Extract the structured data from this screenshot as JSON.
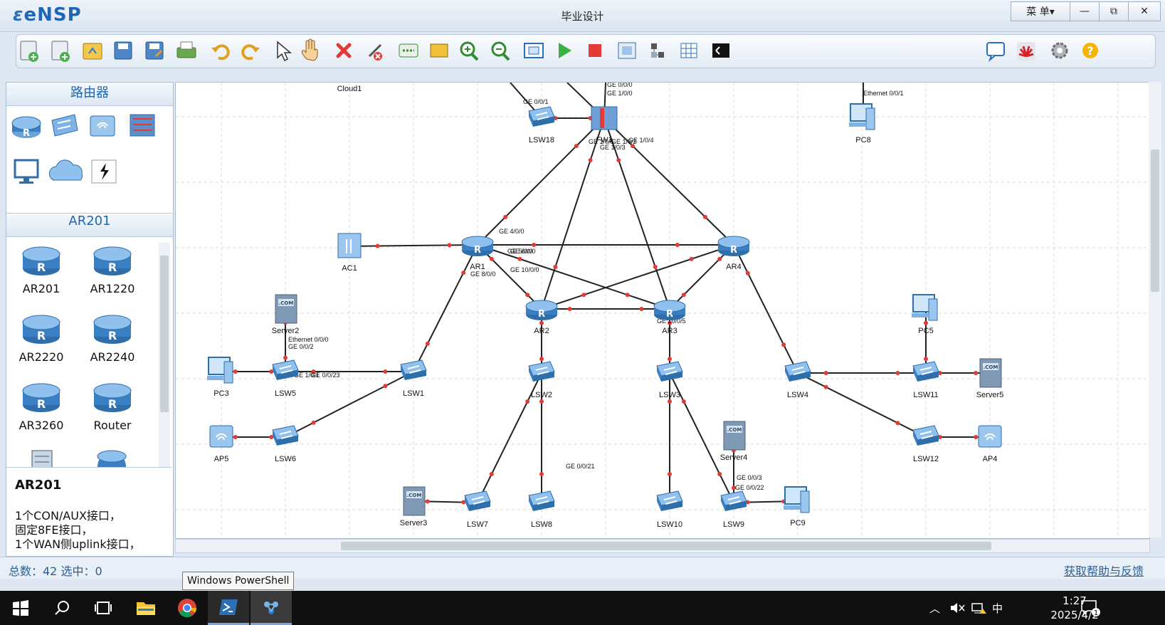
{
  "app": {
    "name": "eNSP",
    "window_title": "毕业设计",
    "menu_label": "菜 单▾"
  },
  "window_controls": {
    "minimize": "—",
    "maximize": "⧉",
    "close": "✕"
  },
  "toolbar_icons": [
    "new-topology-icon",
    "new-device-icon",
    "open-icon",
    "save-icon",
    "save-as-icon",
    "print-icon",
    "undo-icon",
    "redo-icon",
    "select-icon",
    "pan-hand-icon",
    "delete-icon",
    "delete-link-icon",
    "text-icon",
    "rectangle-icon",
    "zoom-in-icon",
    "zoom-out-icon",
    "fit-icon",
    "start-device-icon",
    "stop-device-icon",
    "capture-icon",
    "topology-icon",
    "grid-icon",
    "terminal-icon",
    "chat-icon",
    "huawei-icon",
    "settings-icon",
    "help-icon"
  ],
  "left_panel": {
    "category_title": "路由器",
    "device_section_title": "AR201",
    "devices": [
      {
        "label": "AR201"
      },
      {
        "label": "AR1220"
      },
      {
        "label": "AR2220"
      },
      {
        "label": "AR2240"
      },
      {
        "label": "AR3260"
      },
      {
        "label": "Router"
      }
    ],
    "description": {
      "title": "AR201",
      "lines": [
        "1个CON/AUX接口，",
        "固定8FE接口，",
        "1个WAN侧uplink接口，"
      ]
    }
  },
  "topology": {
    "nodes": [
      {
        "id": "Cloud1",
        "label": "Cloud1",
        "kind": "label-only"
      },
      {
        "id": "LSW18",
        "label": "LSW18",
        "kind": "switch"
      },
      {
        "id": "FW",
        "label": "FW1",
        "kind": "firewall"
      },
      {
        "id": "PC8",
        "label": "PC8",
        "kind": "pc"
      },
      {
        "id": "AC1",
        "label": "AC1",
        "kind": "ac"
      },
      {
        "id": "AR1",
        "label": "AR1",
        "kind": "router"
      },
      {
        "id": "AR4",
        "label": "AR4",
        "kind": "router"
      },
      {
        "id": "AR2",
        "label": "AR2",
        "kind": "router"
      },
      {
        "id": "AR3",
        "label": "AR3",
        "kind": "router"
      },
      {
        "id": "Server2",
        "label": "Server2",
        "kind": "server"
      },
      {
        "id": "PC3",
        "label": "PC3",
        "kind": "pc"
      },
      {
        "id": "LSW5",
        "label": "LSW5",
        "kind": "switch"
      },
      {
        "id": "LSW1",
        "label": "LSW1",
        "kind": "switch"
      },
      {
        "id": "LSW2",
        "label": "LSW2",
        "kind": "switch"
      },
      {
        "id": "LSW3",
        "label": "LSW3",
        "kind": "switch"
      },
      {
        "id": "LSW4",
        "label": "LSW4",
        "kind": "switch"
      },
      {
        "id": "PC5",
        "label": "PC5",
        "kind": "pc"
      },
      {
        "id": "LSW11",
        "label": "LSW11",
        "kind": "switch"
      },
      {
        "id": "Server5",
        "label": "Server5",
        "kind": "server"
      },
      {
        "id": "AP5",
        "label": "AP5",
        "kind": "ap"
      },
      {
        "id": "LSW6",
        "label": "LSW6",
        "kind": "switch"
      },
      {
        "id": "LSW12",
        "label": "LSW12",
        "kind": "switch"
      },
      {
        "id": "AP4",
        "label": "AP4",
        "kind": "ap"
      },
      {
        "id": "Server4",
        "label": "Server4",
        "kind": "server"
      },
      {
        "id": "Server3",
        "label": "Server3",
        "kind": "server"
      },
      {
        "id": "LSW7",
        "label": "LSW7",
        "kind": "switch"
      },
      {
        "id": "LSW8",
        "label": "LSW8",
        "kind": "switch"
      },
      {
        "id": "LSW10",
        "label": "LSW10",
        "kind": "switch"
      },
      {
        "id": "LSW9",
        "label": "LSW9",
        "kind": "switch"
      },
      {
        "id": "PC9",
        "label": "PC9",
        "kind": "pc"
      }
    ],
    "links": [
      [
        "LSW18",
        "FW"
      ],
      [
        "FW",
        "AR1"
      ],
      [
        "FW",
        "AR4"
      ],
      [
        "FW",
        "AR2"
      ],
      [
        "FW",
        "AR3"
      ],
      [
        "AC1",
        "AR1"
      ],
      [
        "AR1",
        "AR4"
      ],
      [
        "AR1",
        "AR2"
      ],
      [
        "AR1",
        "AR3"
      ],
      [
        "AR4",
        "AR2"
      ],
      [
        "AR4",
        "AR3"
      ],
      [
        "AR2",
        "AR3"
      ],
      [
        "AR1",
        "LSW1"
      ],
      [
        "AR2",
        "LSW2"
      ],
      [
        "AR3",
        "LSW3"
      ],
      [
        "AR4",
        "LSW4"
      ],
      [
        "Server2",
        "LSW5"
      ],
      [
        "PC3",
        "LSW5"
      ],
      [
        "LSW5",
        "LSW1"
      ],
      [
        "LSW1",
        "LSW6"
      ],
      [
        "AP5",
        "LSW6"
      ],
      [
        "LSW4",
        "LSW11"
      ],
      [
        "PC5",
        "LSW11"
      ],
      [
        "LSW11",
        "Server5"
      ],
      [
        "LSW4",
        "LSW12"
      ],
      [
        "LSW12",
        "AP4"
      ],
      [
        "LSW2",
        "LSW7"
      ],
      [
        "LSW2",
        "LSW8"
      ],
      [
        "LSW3",
        "LSW10"
      ],
      [
        "LSW3",
        "LSW9"
      ],
      [
        "Server4",
        "LSW9"
      ],
      [
        "LSW9",
        "PC9"
      ],
      [
        "Server3",
        "LSW7"
      ]
    ],
    "port_labels": [
      "GE 0/0/0",
      "GE 1/0/0",
      "GE 0/0/1",
      "GE 1/0/5",
      "Ethernet 0/0/1",
      "GE 1/0/3",
      "GE 1/0/4",
      "GE 4/0/0",
      "GE 5/0/0",
      "GE 6/0/0",
      "GE 10/0/0",
      "GE 8/0/0",
      "GE 0/0/21",
      "GE 0/0/23",
      "GE 0/0/2",
      "Ethernet 0/0/0",
      "GE 0/0/3",
      "GE 0/0/22",
      "GE 1/0/1",
      "GE 10/0/5",
      "GE 1/0/2"
    ]
  },
  "status_bar": {
    "summary": "总数：42  选中：0",
    "help_link": "获取帮助与反馈"
  },
  "tooltip": "Windows PowerShell",
  "taskbar": {
    "apps": [
      "windows-start-icon",
      "search-icon",
      "task-view-icon",
      "file-explorer-icon",
      "chrome-icon",
      "powershell-icon",
      "ensp-icon"
    ],
    "ime": "中",
    "time": "1:27",
    "date": "2025/4/2",
    "notification_count": "1"
  },
  "colors": {
    "accent": "#1d66b8",
    "link": "#111111",
    "port_dot": "#e53935",
    "device_blue": "#3a86cf"
  }
}
